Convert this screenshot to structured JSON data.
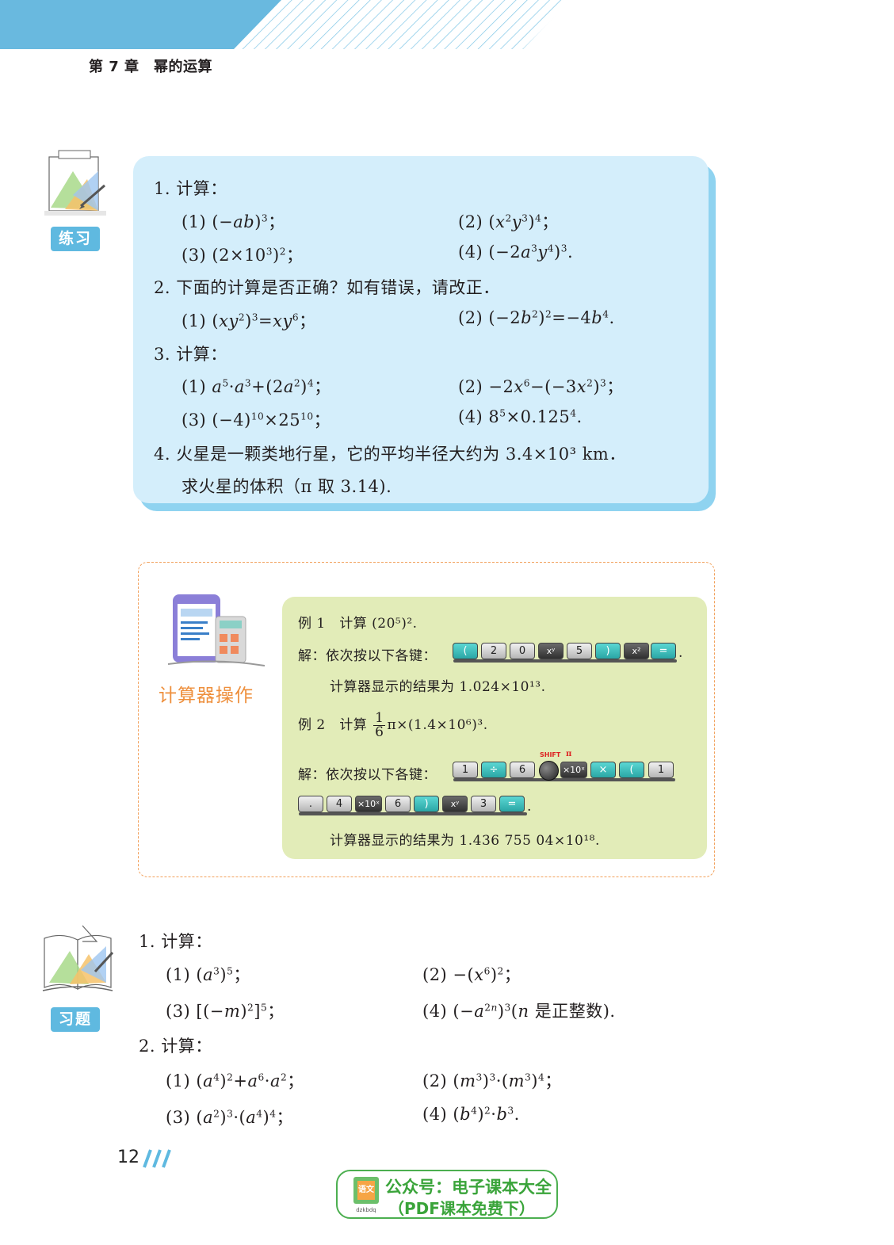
{
  "header": {
    "chapter": "第 7 章　幂的运算"
  },
  "practice": {
    "tag": "练习",
    "q1_title": "1. 计算：",
    "q2_title": "2. 下面的计算是否正确？如有错误，请改正．",
    "q3_title": "3. 计算：",
    "q4_line1": "4. 火星是一颗类地行星，它的平均半径大约为 3.4×10³ km．",
    "q4_line2": "求火星的体积（π 取 3.14)."
  },
  "calculator": {
    "title": "计算器操作",
    "ex1_label": "例 1　计算 (20⁵)².",
    "sol_label": "解：依次按以下各键：",
    "ex1_result": "计算器显示的结果为 1.024×10¹³.",
    "ex2_prefix": "例 2　计算",
    "ex2_frac_num": "1",
    "ex2_frac_den": "6",
    "ex2_suffix": "π×(1.4×10⁶)³.",
    "shift_label": "SHIFT",
    "pi_label": "π",
    "ex2_result": "计算器显示的结果为 1.436 755 04×10¹⁸.",
    "keys_ex1": [
      "(",
      "2",
      "0",
      "xʸ",
      "5",
      ")",
      "x²",
      "="
    ],
    "keys_ex2_row1": [
      "1",
      "÷",
      "6",
      "",
      "×10ˣ",
      "×",
      "(",
      "1"
    ],
    "keys_ex2_row2": [
      ".",
      "4",
      "×10ˣ",
      "6",
      ")",
      "xʸ",
      "3",
      "="
    ]
  },
  "exercises": {
    "tag": "习题",
    "q1_title": "1. 计算：",
    "q2_title": "2. 计算："
  },
  "footer": {
    "page_number": "12",
    "badge_line1": "公众号：电子课本大全",
    "badge_line2": "（PDF课本免费下）",
    "badge_icon_text": "语文",
    "badge_icon_sub": "dzkbdq"
  }
}
